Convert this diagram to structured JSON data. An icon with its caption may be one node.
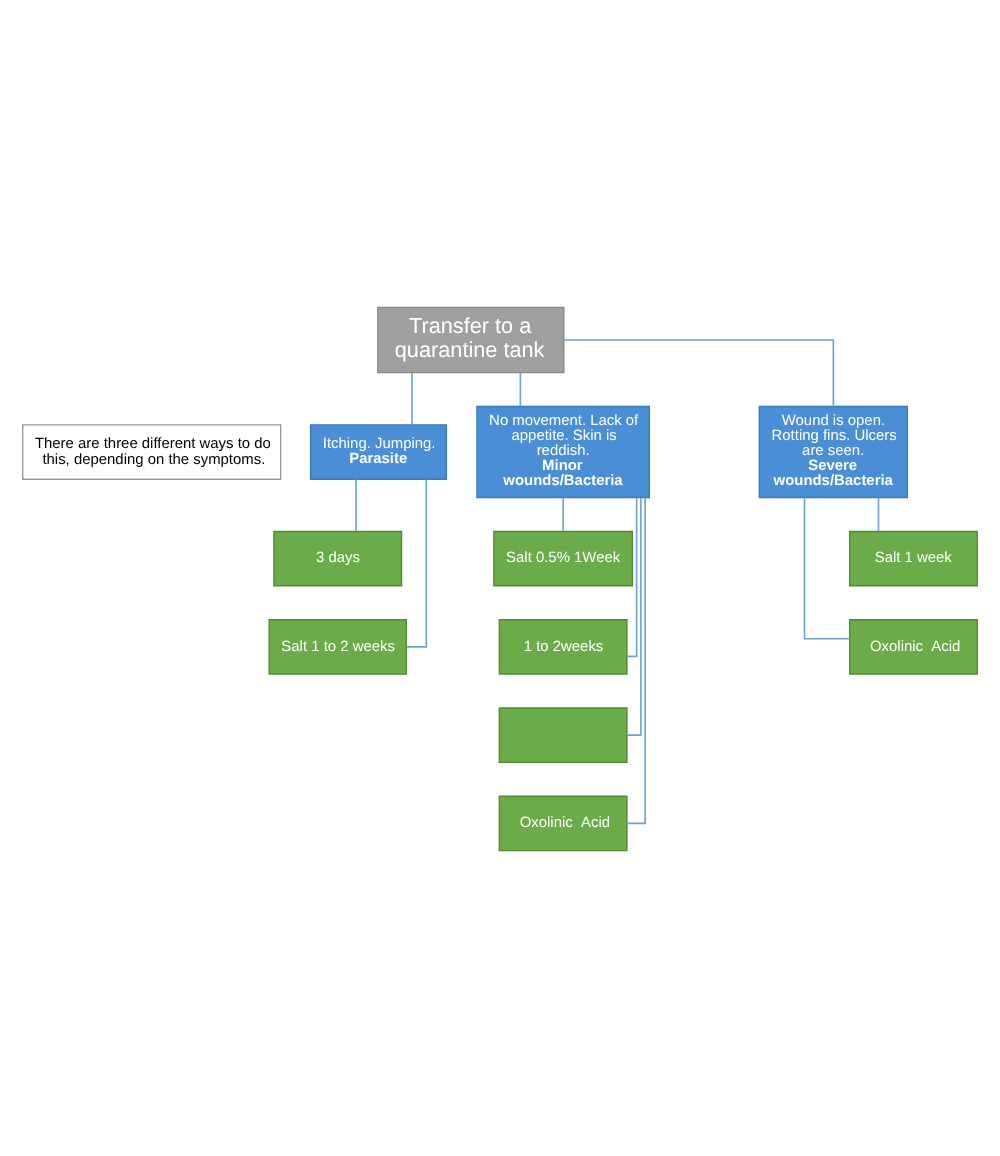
{
  "diagram": {
    "nodes": [
      {
        "text": [
          "Transfer to a quarantine tank"
        ]
      },
      {
        "text": [
          "There are three different ways to do this, depending on the symptoms."
        ]
      },
      {
        "text": [
          "Itching. Jumping.",
          "Parasite"
        ]
      },
      {
        "text": [
          "No movement. Lack of appetite. Skin is reddish.",
          "Minor wounds/Bacteria"
        ]
      },
      {
        "text": [
          "Wound is open. Rotting fins. Ulcers are seen.",
          "Severe wounds/Bacteria"
        ]
      },
      {
        "text": [
          "3 days"
        ]
      },
      {
        "text": [
          "Salt 1 to 2 weeks"
        ]
      },
      {
        "text": [
          "Salt 0.5% 1Week"
        ]
      },
      {
        "text": [
          "1 to 2weeks"
        ]
      },
      {
        "text": [],
        "shape": "box"
      },
      {
        "text": [
          "Oxolinic  Acid"
        ]
      },
      {
        "text": [
          "Salt 1 week"
        ]
      },
      {
        "text": [
          "Oxolinic  Acid"
        ]
      }
    ],
    "edges": [
      {
        "from": 0,
        "to": 2,
        "arrow": "none"
      },
      {
        "from": 0,
        "to": 3,
        "arrow": "none"
      },
      {
        "from": 0,
        "to": 4,
        "arrow": "none"
      },
      {
        "from": 2,
        "to": 5,
        "arrow": "none"
      },
      {
        "from": 2,
        "to": 6,
        "arrow": "none"
      },
      {
        "from": 3,
        "to": 7,
        "arrow": "none"
      },
      {
        "from": 3,
        "to": 8,
        "arrow": "none"
      },
      {
        "from": 3,
        "to": 9,
        "arrow": "none"
      },
      {
        "from": 3,
        "to": 10,
        "arrow": "none"
      },
      {
        "from": 4,
        "to": 11,
        "arrow": "none"
      },
      {
        "from": 4,
        "to": 12,
        "arrow": "none"
      }
    ]
  }
}
